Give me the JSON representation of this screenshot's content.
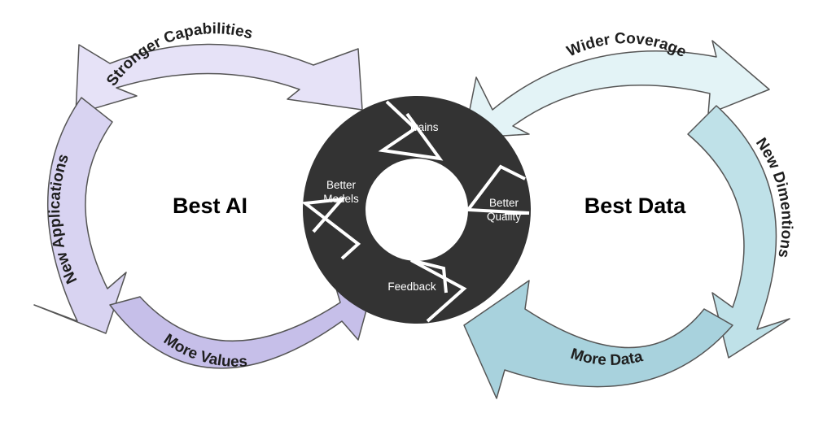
{
  "left_loop": {
    "title": "Best AI",
    "arcs": {
      "top": "Stronger Capabilities",
      "side": "New Applications",
      "bottom": "More Values"
    }
  },
  "right_loop": {
    "title": "Best Data",
    "arcs": {
      "top": "Wider Coverage",
      "side": "New Dimentions",
      "bottom": "More Data"
    }
  },
  "hub": {
    "top": "Trains",
    "left_line1": "Better",
    "left_line2": "Models",
    "right_line1": "Better",
    "right_line2": "Quality",
    "bottom": "Feedback"
  },
  "colors": {
    "left_top": "#e6e2f7",
    "left_side": "#d8d3f1",
    "left_bottom": "#c6bfe9",
    "right_top": "#e3f3f6",
    "right_side": "#bfe1e8",
    "right_bottom": "#a8d2dd",
    "hub": "#333333",
    "hub_stroke": "#ffffff"
  }
}
